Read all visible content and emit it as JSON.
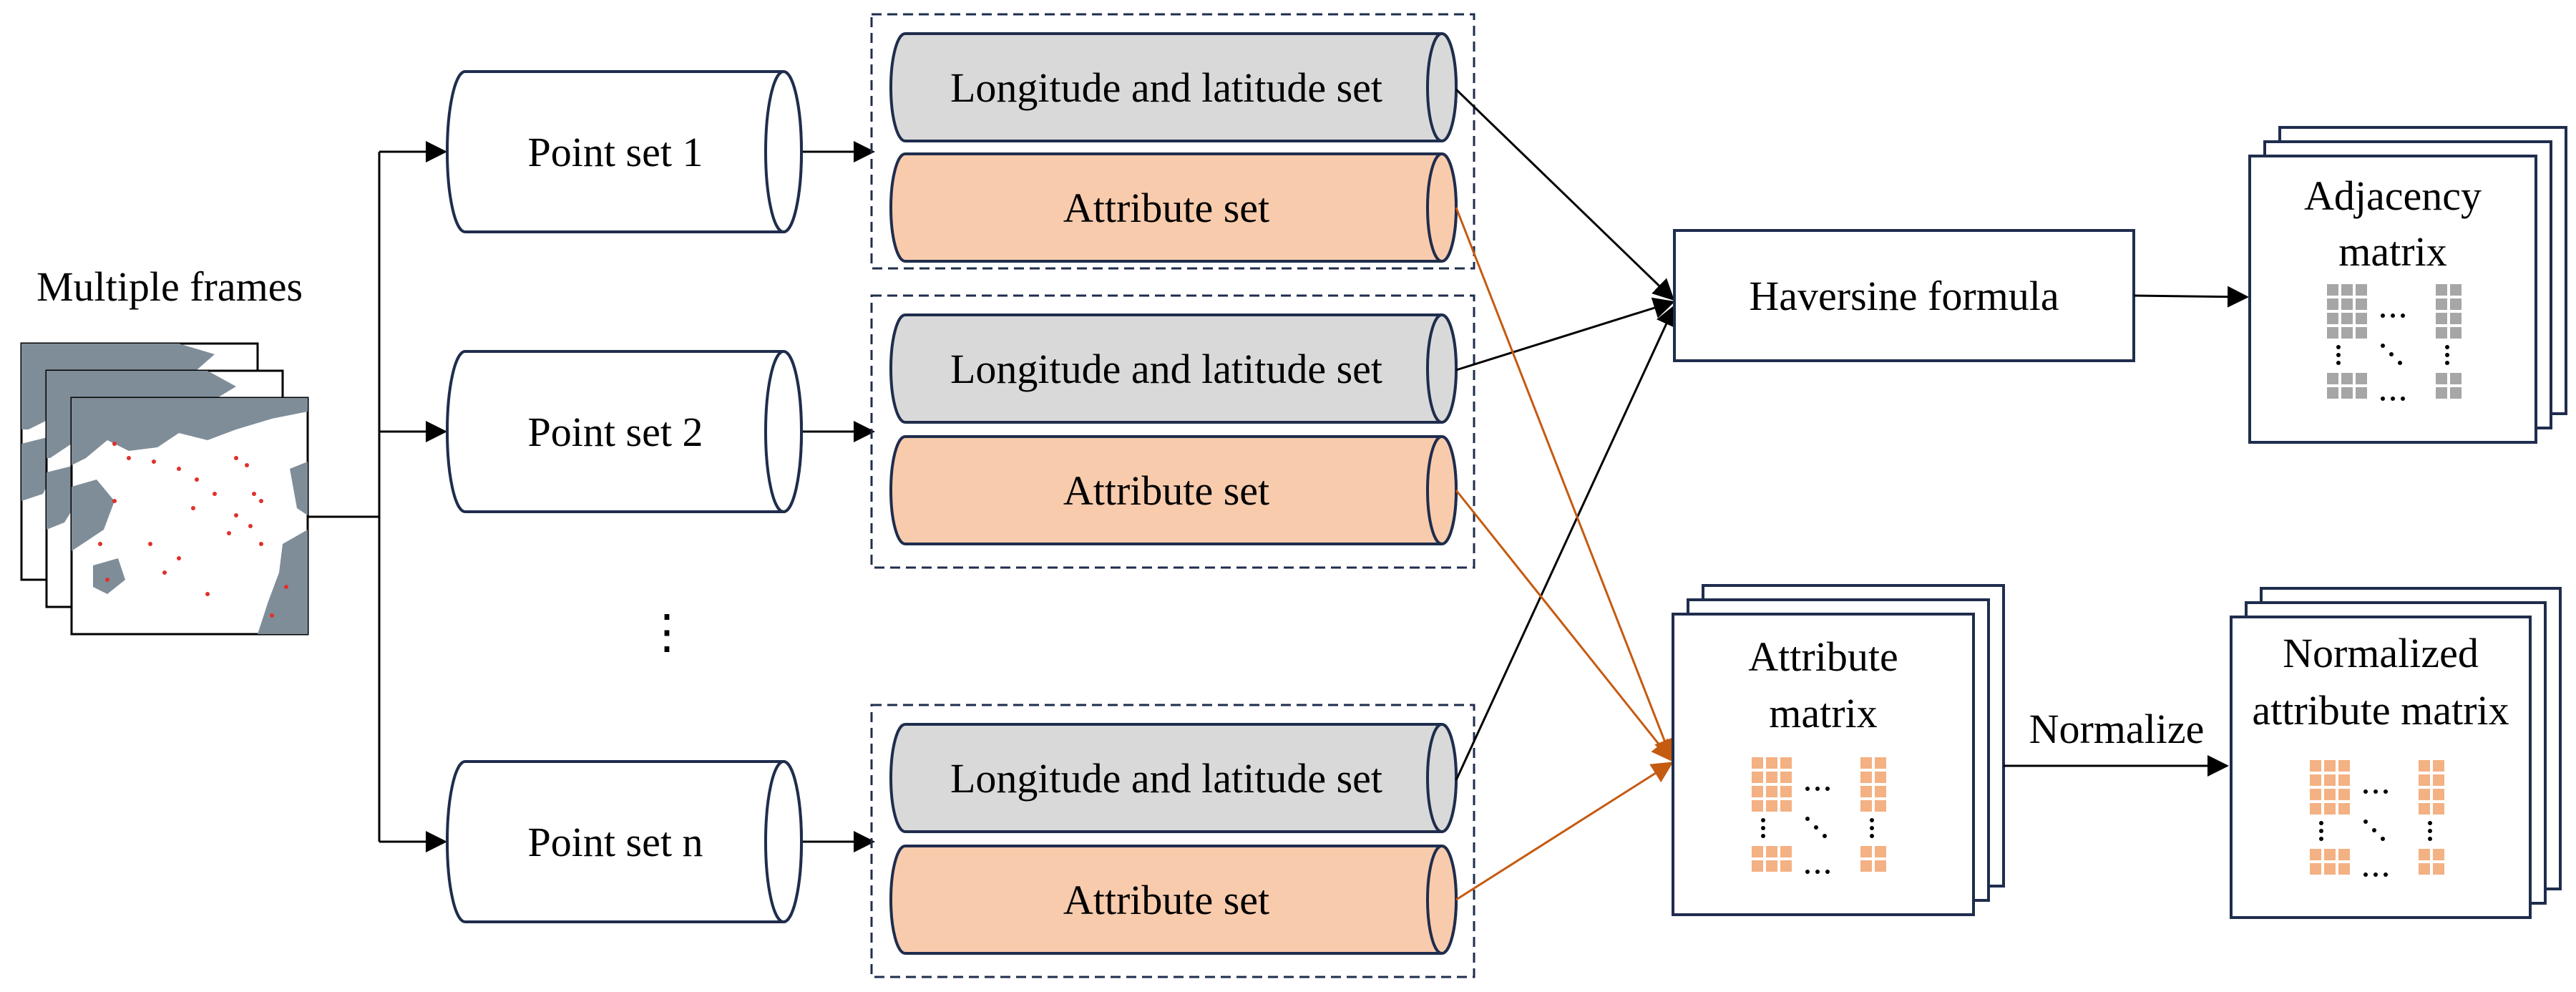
{
  "input": {
    "label": "Multiple frames"
  },
  "point_sets": [
    {
      "label": "Point set 1"
    },
    {
      "label": "Point set 2"
    },
    {
      "label": "Point set n"
    }
  ],
  "vertical_ellipsis": "⋮",
  "set_groups": [
    {
      "coord_label": "Longitude and latitude set",
      "attr_label": "Attribute set"
    },
    {
      "coord_label": "Longitude and latitude set",
      "attr_label": "Attribute set"
    },
    {
      "coord_label": "Longitude and latitude set",
      "attr_label": "Attribute set"
    }
  ],
  "haversine": {
    "label": "Haversine formula"
  },
  "adjacency": {
    "line1": "Adjacency",
    "line2": "matrix"
  },
  "attribute_matrix": {
    "line1": "Attribute",
    "line2": "matrix"
  },
  "normalize": {
    "label": "Normalize"
  },
  "normalized": {
    "line1": "Normalized",
    "line2": "attribute matrix"
  },
  "colors": {
    "stroke": "#1f2d4d",
    "coord_fill": "#d9d9d9",
    "attr_fill": "#f8cbad",
    "attr_arrow": "#c55a11",
    "land": "#7f8d99",
    "points": "#e0302a",
    "grid_gray": "#a6a6a6",
    "grid_orange": "#f4b183"
  }
}
